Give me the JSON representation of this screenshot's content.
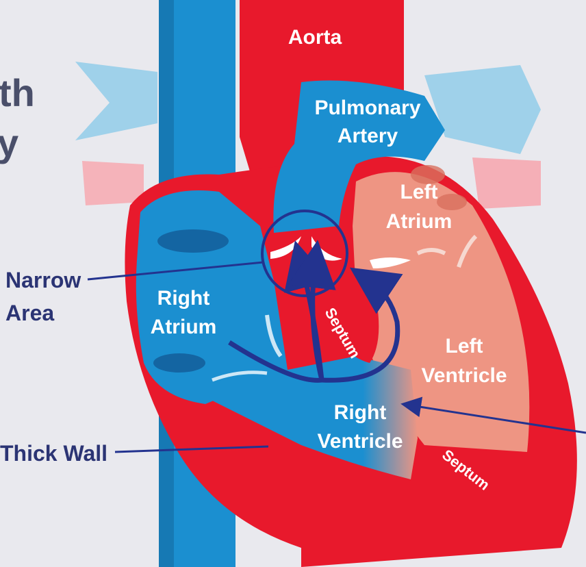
{
  "title_fragments": {
    "line1": "th",
    "line2": "y"
  },
  "labels": {
    "aorta": "Aorta",
    "pulmonary_line1": "Pulmonary",
    "pulmonary_line2": "Artery",
    "left_atrium_line1": "Left",
    "left_atrium_line2": "Atrium",
    "right_atrium_line1": "Right",
    "right_atrium_line2": "Atrium",
    "left_ventricle_line1": "Left",
    "left_ventricle_line2": "Ventricle",
    "right_ventricle_line1": "Right",
    "right_ventricle_line2": "Ventricle",
    "septum_upper": "Septum",
    "septum_lower": "Septum"
  },
  "callouts": {
    "narrow_line1": "Narrow",
    "narrow_line2": "Area",
    "thick_wall": "Thick Wall"
  },
  "colors": {
    "background": "#e9e9ee",
    "oxygen_poor_blue": "#1b8fd0",
    "oxygen_rich_red": "#e8192c",
    "left_chamber_salmon": "#ee9583",
    "label_navy": "#2b3474",
    "arrow_navy": "#23338f"
  }
}
